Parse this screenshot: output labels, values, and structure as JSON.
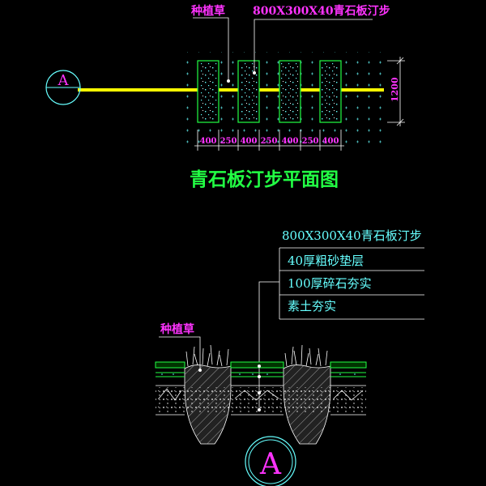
{
  "plan": {
    "label_grass": "种植草",
    "label_stone": "800X300X40青石板汀步",
    "dim_height": "1200",
    "dims": [
      "400",
      "250",
      "400",
      "250",
      "400",
      "250",
      "400"
    ],
    "title": "青石板汀步平面图",
    "section_marker": "A"
  },
  "section": {
    "layers": [
      "800X300X40青石板汀步",
      "40厚粗砂垫层",
      "100厚碎石夯实",
      "素土夯实"
    ],
    "label_grass": "种植草",
    "marker": "A"
  },
  "colors": {
    "background": "#000000",
    "magenta": "#ff33ff",
    "cyan": "#66ffff",
    "green": "#22ff44",
    "yellow": "#ffff00",
    "white": "#ffffff"
  }
}
